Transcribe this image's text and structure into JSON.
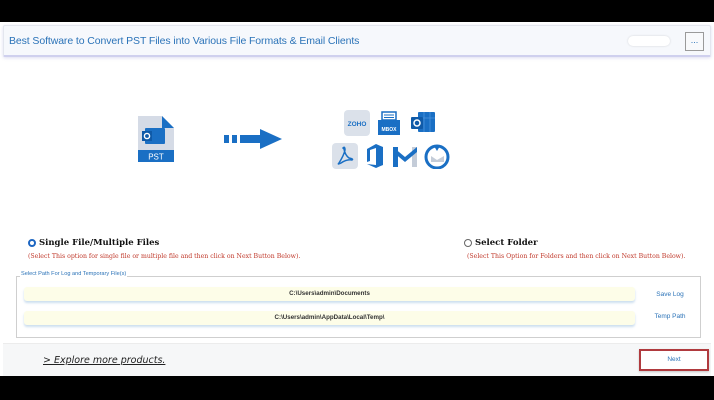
{
  "header": {
    "title": "Best Software to Convert PST Files into Various File Formats & Email Clients",
    "menu_label": "..."
  },
  "hero": {
    "source_icon": "pst-file-icon",
    "source_label": "PST",
    "arrow_icon": "arrow-right-icon",
    "target_icons": [
      "zoho-icon",
      "mbox-icon",
      "outlook-icon",
      "pdf-icon",
      "office365-icon",
      "gmail-icon",
      "thunderbird-icon"
    ],
    "mbox_label": "MBOX",
    "zoho_label": "ZOHO"
  },
  "options": {
    "single": {
      "label": "Single File/Multiple Files",
      "hint": "(Select This option for single file or multiple file and then click on Next Button Below).",
      "checked": true
    },
    "folder": {
      "label": "Select Folder",
      "hint": "(Select This Option for Folders and then click on Next Button Below).",
      "checked": false
    }
  },
  "paths": {
    "legend": "Select Path For Log and Temporary File(s)",
    "log_path": "C:\\Users\\admin\\Documents",
    "temp_path": "C:\\Users\\admin\\AppData\\Local\\Temp\\",
    "save_log_label": "Save Log",
    "temp_path_label": "Temp Path"
  },
  "footer": {
    "explore_label": "> Explore more products.",
    "next_label": "Next"
  },
  "colors": {
    "accent": "#2b73b8",
    "icon_blue": "#1a6fc4",
    "hint_red": "#c0392b",
    "next_border": "#b03a3e",
    "path_field_bg": "#fdfde8"
  }
}
